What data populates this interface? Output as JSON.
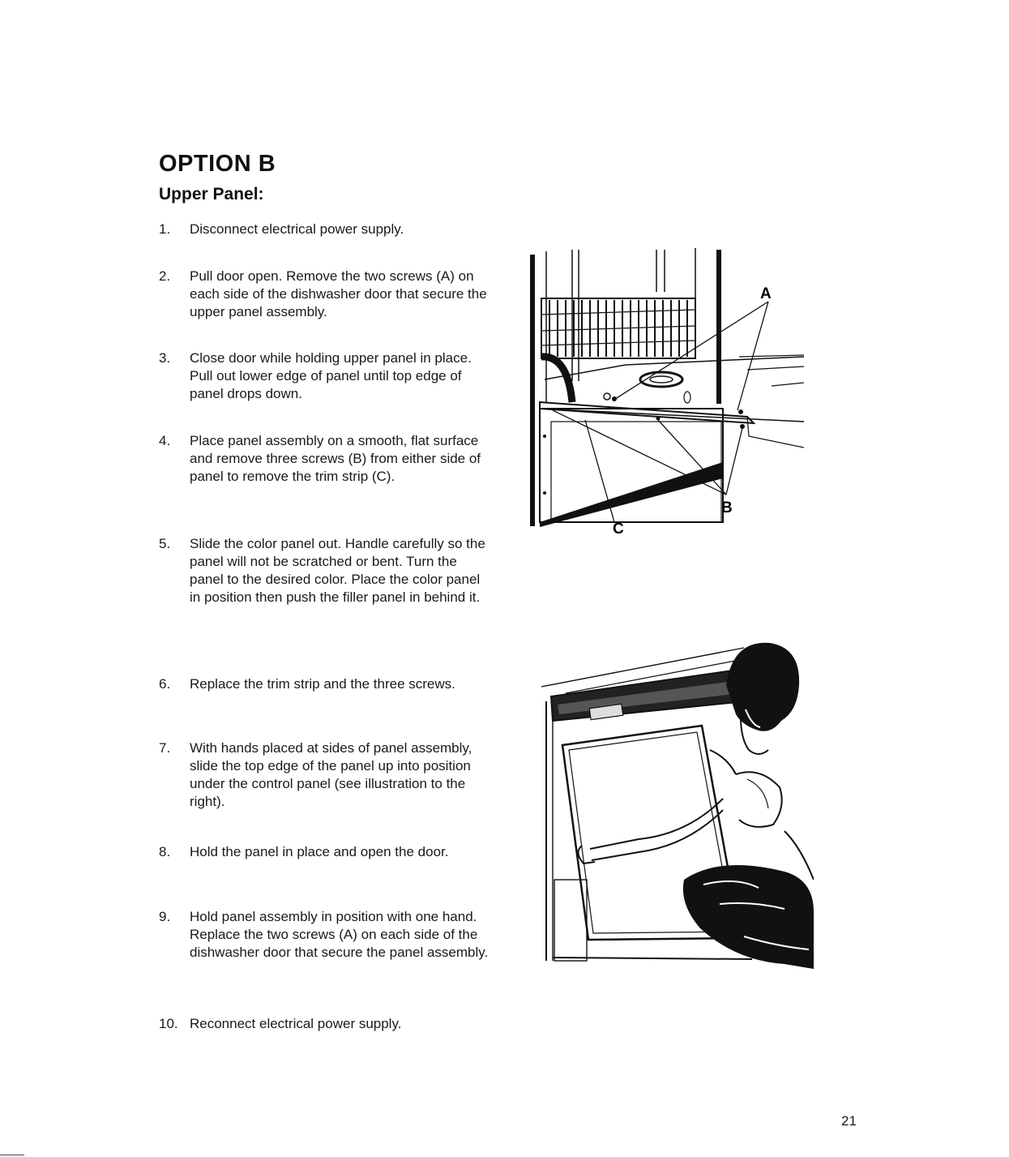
{
  "heading": {
    "title": "OPTION B",
    "subtitle": "Upper Panel:"
  },
  "steps": [
    {
      "num": "1.",
      "text": "Disconnect electrical power supply."
    },
    {
      "num": "2.",
      "text": "Pull door open. Remove the two screws (A) on each side of the dishwasher door that secure the upper panel assembly."
    },
    {
      "num": "3.",
      "text": "Close door while holding upper panel in place. Pull out lower edge of panel until top edge of panel drops down."
    },
    {
      "num": "4.",
      "text": "Place panel assembly on a smooth, flat surface and remove three screws (B) from either side of panel to remove the trim strip (C)."
    },
    {
      "num": "5.",
      "text": "Slide the color panel out. Handle carefully so the panel will not be scratched or bent. Turn the panel to the desired color. Place the color panel in position then push the filler panel in behind it."
    },
    {
      "num": "6.",
      "text": "Replace the trim strip and the three screws."
    },
    {
      "num": "7.",
      "text": "With hands placed at sides of panel assembly, slide the top edge of the panel up into position under the control panel (see illustration to the right)."
    },
    {
      "num": "8.",
      "text": "Hold the panel in place and open the door."
    },
    {
      "num": "9.",
      "text": "Hold panel assembly in position with one hand. Replace the two screws (A) on each side of the dishwasher door that secure the panel assembly."
    },
    {
      "num": "10.",
      "text": "Reconnect electrical power supply."
    }
  ],
  "figure_top": {
    "callout_a": "A",
    "callout_b": "B",
    "callout_c": "C"
  },
  "footer": {
    "page_number": "21"
  }
}
